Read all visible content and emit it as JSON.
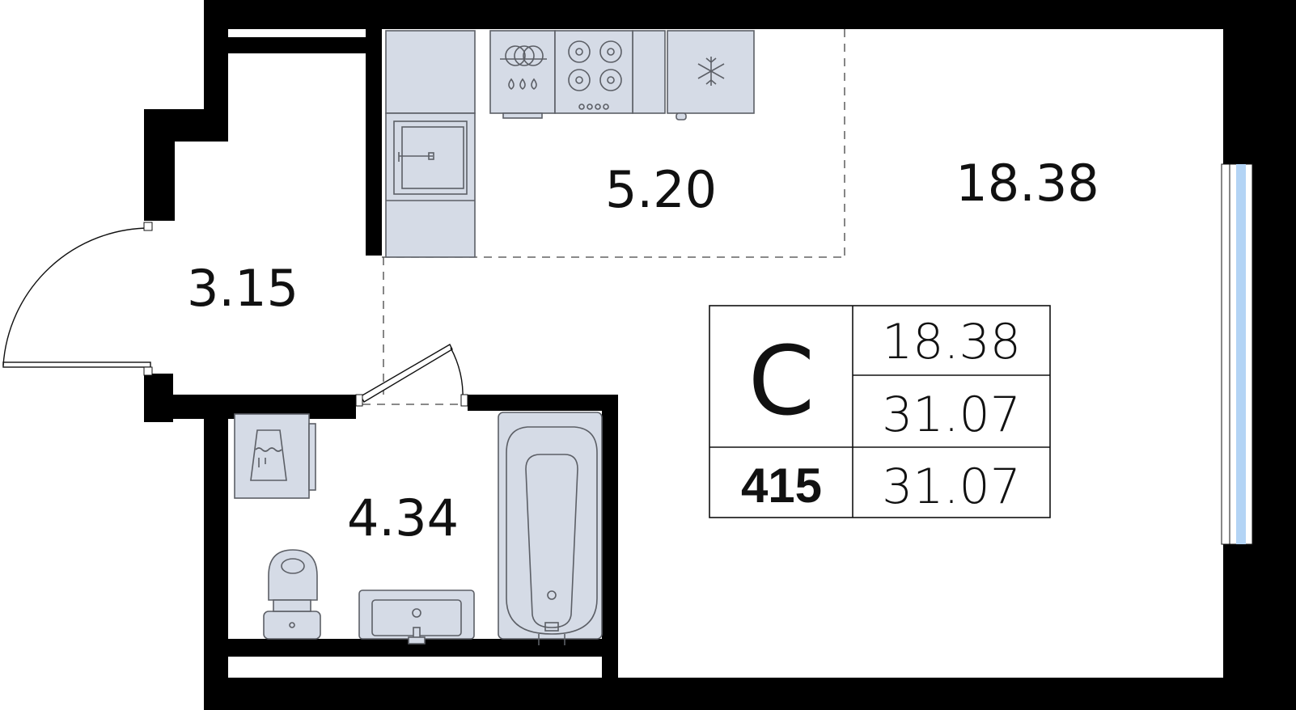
{
  "rooms": [
    {
      "id": "kitchen",
      "area": "5.20"
    },
    {
      "id": "living",
      "area": "18.38"
    },
    {
      "id": "hallway",
      "area": "3.15"
    },
    {
      "id": "bathroom",
      "area": "4.34"
    }
  ],
  "summary": {
    "type_letter": "С",
    "apartment_number": "415",
    "living_area": "18.38",
    "total_area": "31.07",
    "total_area_2": "31.07"
  },
  "colors": {
    "wall": "#000000",
    "fixture_fill": "#d5dbe6",
    "window_glass": "#b3d4f5"
  },
  "icons": [
    "stove-icon",
    "snowflake-icon",
    "sink-icon",
    "toilet-icon",
    "bathtub-icon",
    "washing-machine-icon",
    "dishwasher-icon"
  ]
}
